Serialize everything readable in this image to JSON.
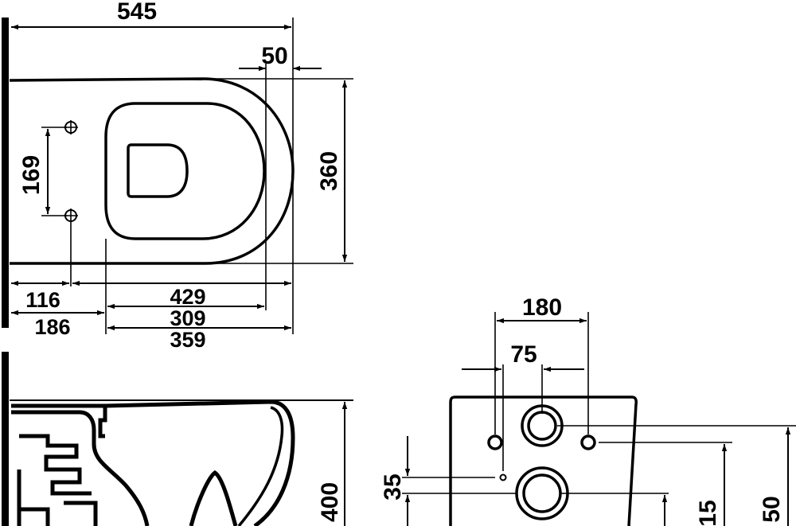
{
  "top_view": {
    "overall_length": "545",
    "rim_offset": "50",
    "overall_width": "360",
    "fixing_hole_spacing": "169",
    "wall_to_fixing": "116",
    "wall_to_opening": "186",
    "fixing_to_front": "429",
    "opening_length": "309",
    "opening_to_front": "359"
  },
  "front_view": {
    "inlet_spacing": "180",
    "inlet_offset": "75",
    "bolt_offset": "35",
    "bolt_height_partial": "15",
    "inlet_height_partial": "50"
  },
  "side_view": {
    "height_partial": "400"
  }
}
